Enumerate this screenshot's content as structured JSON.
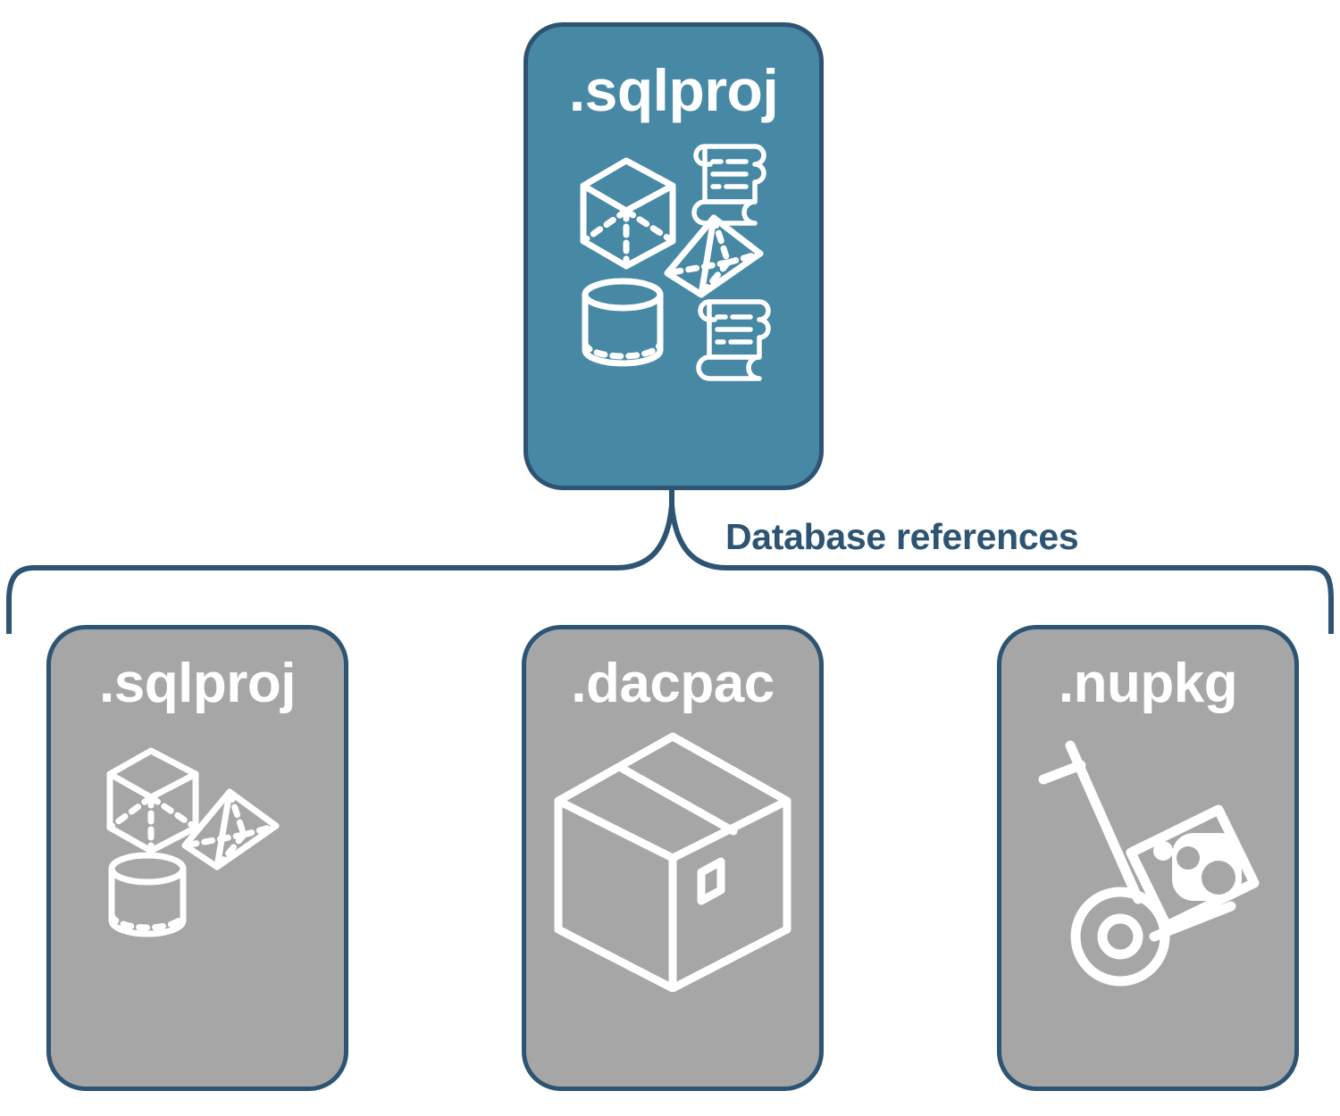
{
  "diagram": {
    "title_text": "Database references",
    "colors": {
      "primary_card_fill": "#4789a4",
      "reference_card_fill": "#a6a6a6",
      "border": "#2d5473",
      "label_text": "#2d5473",
      "icon_stroke": "#ffffff"
    },
    "root_node": {
      "label": ".sqlproj",
      "icons": [
        "cube-icon",
        "scroll-icon",
        "pyramid-icon",
        "cylinder-icon",
        "scroll-icon"
      ]
    },
    "connector": {
      "label": "Database references",
      "type": "curly-brace",
      "branches": 3
    },
    "reference_nodes": [
      {
        "label": ".sqlproj",
        "icons": [
          "cube-icon",
          "pyramid-icon",
          "cylinder-icon"
        ]
      },
      {
        "label": ".dacpac",
        "icons": [
          "package-box-icon"
        ]
      },
      {
        "label": ".nupkg",
        "icons": [
          "hand-truck-nuget-icon"
        ]
      }
    ]
  }
}
